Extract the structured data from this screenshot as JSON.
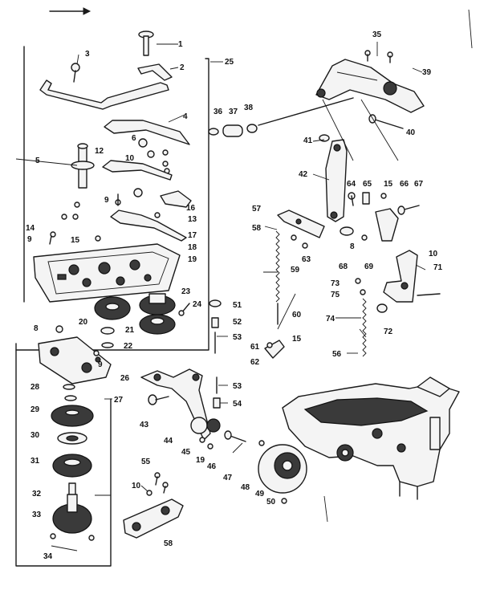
{
  "diagram": {
    "callouts": [
      "1",
      "2",
      "3",
      "4",
      "5",
      "6",
      "10",
      "12",
      "9",
      "13",
      "16",
      "14",
      "9",
      "15",
      "17",
      "18",
      "19",
      "23",
      "24",
      "20",
      "21",
      "22",
      "8",
      "9",
      "26",
      "25",
      "28",
      "29",
      "27",
      "30",
      "31",
      "32",
      "33",
      "34",
      "55",
      "10",
      "58",
      "35",
      "39",
      "36",
      "37",
      "38",
      "40",
      "41",
      "42",
      "64",
      "65",
      "15",
      "66",
      "67",
      "57",
      "58",
      "63",
      "8",
      "68",
      "69",
      "10",
      "71",
      "73",
      "75",
      "59",
      "74",
      "72",
      "60",
      "15",
      "61",
      "62",
      "56",
      "51",
      "52",
      "53",
      "53",
      "54",
      "43",
      "44",
      "45",
      "19",
      "46",
      "47",
      "48",
      "49",
      "50"
    ]
  }
}
